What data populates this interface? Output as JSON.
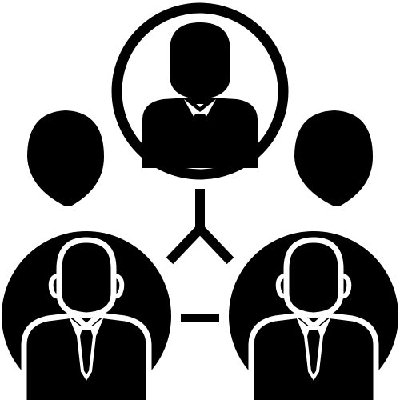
{
  "icon": {
    "name": "business-team-network-icon",
    "style": "solid black glyph",
    "colors": {
      "ink": "#000000",
      "paper": "#ffffff"
    },
    "nodes": [
      {
        "role": "leader",
        "name": "top-person-icon",
        "style": "outlined circle"
      },
      {
        "role": "member",
        "name": "left-person-icon",
        "style": "filled circle"
      },
      {
        "role": "member",
        "name": "right-person-icon",
        "style": "filled circle"
      }
    ],
    "decorations": [
      {
        "name": "left-balloon-icon"
      },
      {
        "name": "right-balloon-icon"
      }
    ],
    "connectors": [
      {
        "name": "y-connector-icon"
      },
      {
        "name": "horizontal-link-icon"
      }
    ]
  }
}
